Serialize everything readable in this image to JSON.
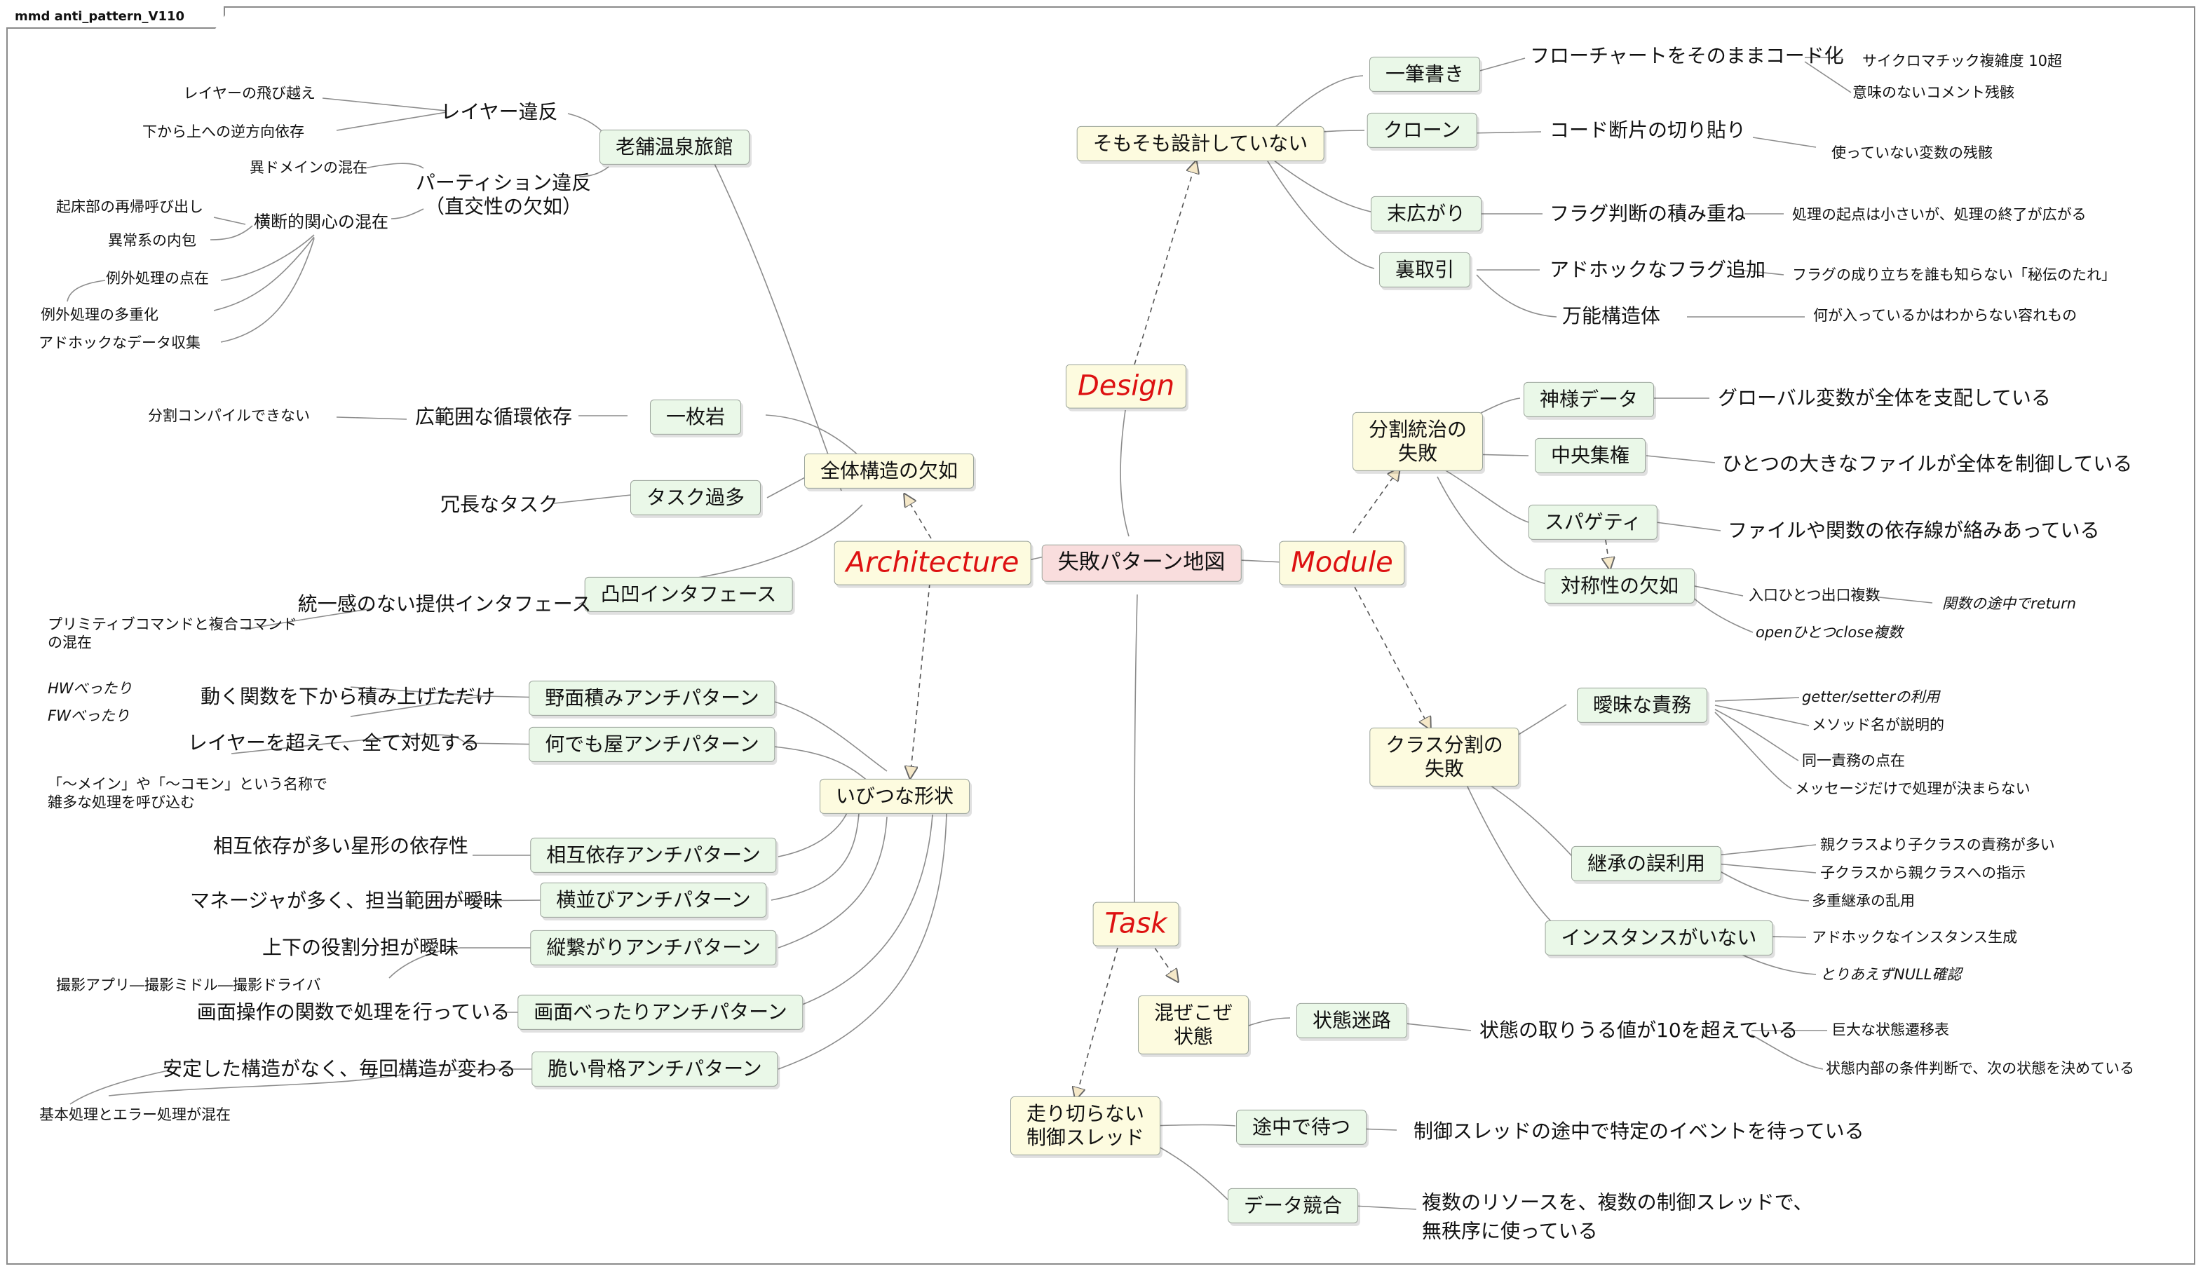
{
  "frame": {
    "title": "mmd anti_pattern_V110"
  },
  "root": "失敗パターン地図",
  "categories": {
    "design": "Design",
    "module": "Module",
    "architecture": "Architecture",
    "task": "Task"
  },
  "design": {
    "main": "そもそも設計していない",
    "hitofude": "一筆書き",
    "flowchart": "フローチャートをそのままコード化",
    "cyclomatic": "サイクロマチック複雑度 10超",
    "meaningless_comment": "意味のないコメント残骸",
    "clone": "クローン",
    "copy_paste": "コード断片の切り貼り",
    "unused_vars": "使っていない変数の残骸",
    "suehirogari": "末広がり",
    "flag_stack": "フラグ判断の積み重ね",
    "flag_stack_note": "処理の起点は小さいが、処理の終了が広がる",
    "uratorihiki": "裏取引",
    "adhoc_flag": "アドホックなフラグ追加",
    "adhoc_flag_note": "フラグの成り立ちを誰も知らない「秘伝のたれ」",
    "universal": "万能構造体",
    "universal_note": "何が入っているかはわからない容れもの"
  },
  "module": {
    "divide": "分割統治の\n失敗",
    "god_data": "神様データ",
    "god_data_note": "グローバル変数が全体を支配している",
    "central": "中央集権",
    "central_note": "ひとつの大きなファイルが全体を制御している",
    "spaghetti": "スパゲティ",
    "spaghetti_note": "ファイルや関数の依存線が絡みあっている",
    "symmetry": "対称性の欠如",
    "entry_exit": "入口ひとつ出口複数",
    "return_mid": "関数の途中でreturn",
    "open_close": "openひとつclose複数",
    "class_divide": "クラス分割の\n失敗",
    "vague_resp": "曖昧な責務",
    "getter_setter": "getter/setterの利用",
    "method_name": "メソッド名が説明的",
    "same_resp": "同一責務の点在",
    "message_only": "メッセージだけで処理が決まらない",
    "inherit_misuse": "継承の誤利用",
    "child_more": "親クラスより子クラスの責務が多い",
    "child_to_parent": "子クラスから親クラスへの指示",
    "multi_inherit": "多重継承の乱用",
    "no_instance": "インスタンスがいない",
    "adhoc_instance": "アドホックなインスタンス生成",
    "null_check": "とりあえずNULL確認"
  },
  "architecture": {
    "inn": "老舗温泉旅館",
    "layer_violation": "レイヤー違反",
    "layer_skip": "レイヤーの飛び越え",
    "reverse_dep": "下から上への逆方向依存",
    "partition_violation": "パーティション違反\n（直交性の欠如）",
    "foreign_domain": "異ドメインの混在",
    "cross_cutting": "横断的関心の混在",
    "startup_recall": "起床部の再帰呼び出し",
    "error_inclusion": "異常系の内包",
    "exception_scatter": "例外処理の点在",
    "exception_multi": "例外処理の多重化",
    "adhoc_collect": "アドホックなデータ収集",
    "lack_structure": "全体構造の欠如",
    "monolith": "一枚岩",
    "circular": "広範囲な循環依存",
    "no_split_compile": "分割コンパイルできない",
    "task_excess": "タスク過多",
    "redundant_task": "冗長なタスク",
    "uneven_if": "凸凹インタフェース",
    "inconsistent_if": "統一感のない提供インタフェース",
    "primitive_mix": "プリミティブコマンドと複合コマンド\nの混在",
    "distorted": "いびつな形状",
    "nozumi": "野面積みアンチパターン",
    "stack_funcs": "動く関数を下から積み上げただけ",
    "hw_flat": "HWべったり",
    "fw_flat": "FWべったり",
    "nandemoya": "何でも屋アンチパターン",
    "beyond_layer": "レイヤーを超えて、全て対処する",
    "main_common": "「～メイン」や「～コモン」という名称で\n雑多な処理を呼び込む",
    "mutual": "相互依存アンチパターン",
    "star_dep": "相互依存が多い星形の依存性",
    "yokonarabi": "横並びアンチパターン",
    "manager_many": "マネージャが多く、担当範囲が曖昧",
    "tatetsunagari": "縦繋がりアンチパターン",
    "updown_role": "上下の役割分担が曖昧",
    "camera_chain": "撮影アプリ―撮影ミドル―撮影ドライバ",
    "screen_flat": "画面べったりアンチパターン",
    "screen_func": "画面操作の関数で処理を行っている",
    "fragile": "脆い骨格アンチパターン",
    "unstable_structure": "安定した構造がなく、毎回構造が変わる",
    "basic_error_mix": "基本処理とエラー処理が混在"
  },
  "task": {
    "mazekoze": "混ぜこぜ\n状態",
    "state_maze": "状態迷路",
    "state_over10": "状態の取りうる値が10を超えている",
    "huge_table": "巨大な状態遷移表",
    "internal_cond": "状態内部の条件判断で、次の状態を決めている",
    "unfinished": "走り切らない\n制御スレッド",
    "waiting": "途中で待つ",
    "waiting_note": "制御スレッドの途中で特定のイベントを待っている",
    "race": "データ競合",
    "race_note": "複数のリソースを、複数の制御スレッドで、\n無秩序に使っている"
  }
}
